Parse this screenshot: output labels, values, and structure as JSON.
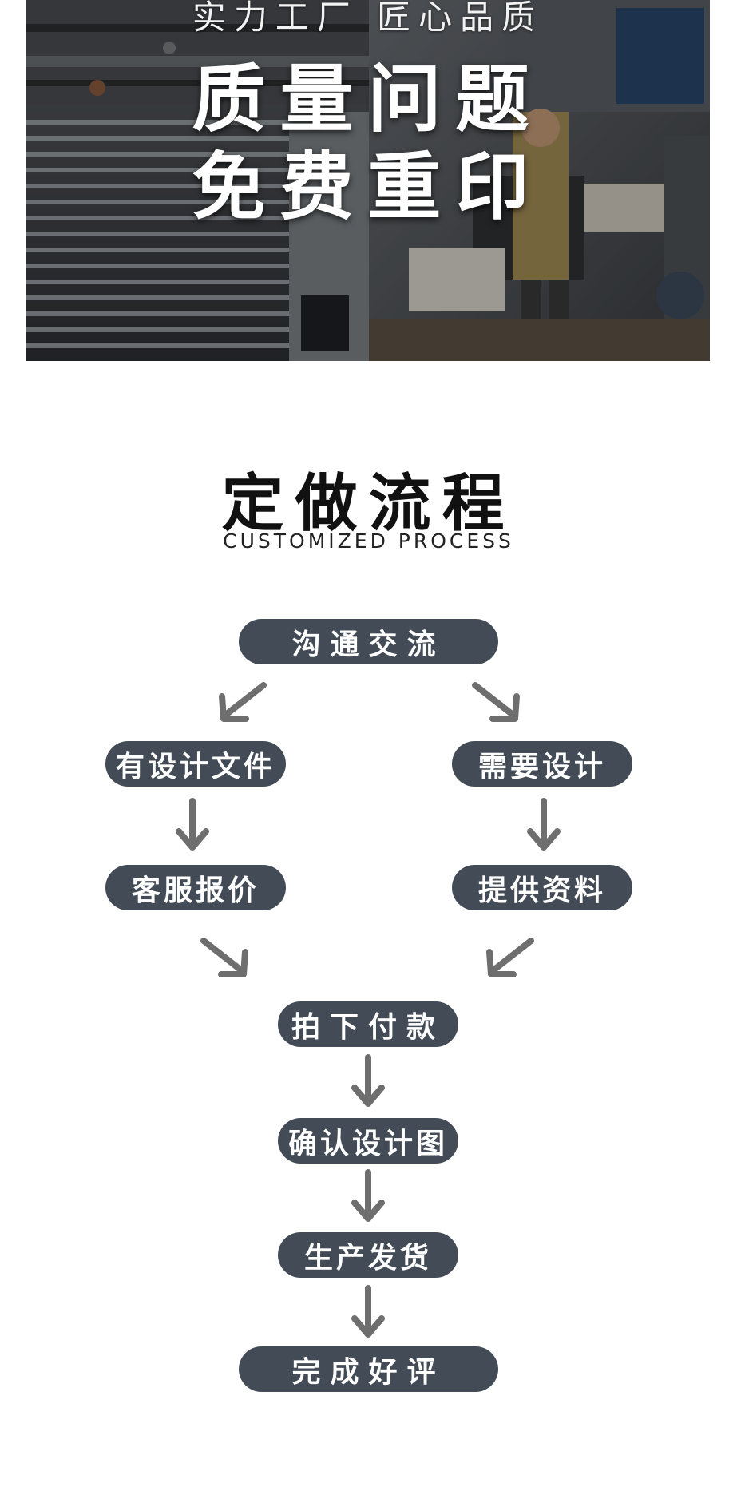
{
  "hero": {
    "tagline": "实力工厂  匠心品质",
    "title_line1": "质量问题",
    "title_line2": "免费重印"
  },
  "section": {
    "title": "定做流程",
    "subtitle": "CUSTOMIZED PROCESS"
  },
  "flow": {
    "step_communicate": "沟通交流",
    "step_have_design": "有设计文件",
    "step_need_design": "需要设计",
    "step_quote": "客服报价",
    "step_provide_info": "提供资料",
    "step_pay": "拍下付款",
    "step_confirm": "确认设计图",
    "step_produce": "生产发货",
    "step_review": "完成好评"
  },
  "colors": {
    "pill": "#434b56",
    "arrow": "#6e6e6e"
  }
}
